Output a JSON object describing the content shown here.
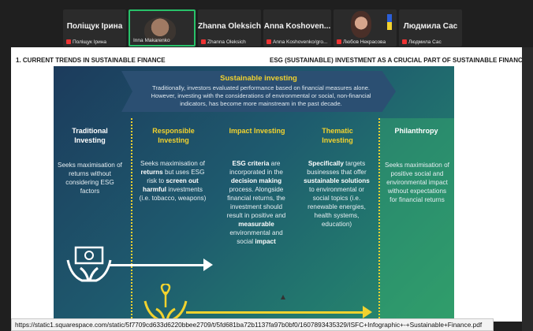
{
  "participants": [
    {
      "name": "Поліщук Ірина",
      "caption": "Поліщук Ірина",
      "muted": true
    },
    {
      "name": "",
      "caption": "Inna Makarenko",
      "muted": false,
      "active": true
    },
    {
      "name": "Zhanna Oleksich",
      "caption": "Zhanna Oleksich",
      "muted": true
    },
    {
      "name": "Anna  Koshoven...",
      "caption": "Anna Koshovenko/gro...",
      "muted": true
    },
    {
      "name": "",
      "caption": "Любов Некрасова",
      "muted": true
    },
    {
      "name": "Людмила Сас",
      "caption": "Людмила Сас",
      "muted": true
    }
  ],
  "slide": {
    "left_heading": "1. CURRENT TRENDS IN SUSTAINABLE FINANCE",
    "right_heading": "ESG (SUSTAINABLE) INVESTMENT AS A CRUCIAL PART OF SUSTAINABLE FINANCE",
    "banner_title": "Sustainable investing",
    "banner_text": "Traditionally, investors evaluated performance based on financial measures alone. However, investing with the considerations of environmental or social, non-financial indicators, has become more mainstream in the past decade.",
    "columns": [
      {
        "title": "Traditional Investing",
        "body": "Seeks maximisation of returns without considering ESG factors",
        "title_color": "#ffffff"
      },
      {
        "title": "Responsible Investing",
        "body": "Seeks maximisation of returns but uses ESG risk to screen out harmful investments (i.e. tobacco, weapons)",
        "title_color": "#f2d22e"
      },
      {
        "title": "Impact Investing",
        "body": "ESG criteria are incorporated in the decision making process. Alongside financial returns, the investment should result in positive and measurable environmental and social impact",
        "title_color": "#f2d22e"
      },
      {
        "title": "Thematic Investing",
        "body": "Specifically targets businesses that offer sustainable solutions to environmental or social topics (i.e. renewable energies, health systems, education)",
        "title_color": "#f2d22e"
      },
      {
        "title": "Philanthropy",
        "body": "Seeks maximisation of positive social and environmental impact without expectations for financial returns",
        "title_color": "#ffffff"
      }
    ]
  },
  "status_url": "https://static1.squarespace.com/static/5f7709cd633d6220bbee2709/t/5fd681ba72b1137fa97b0bf0/1607893435329/ISFC+Infographic+-+Sustainable+Finance.pdf",
  "colors": {
    "accent_yellow": "#f2d22e",
    "active_border": "#28c26a"
  },
  "icons": [
    "mic-muted-icon",
    "money-hands-icon",
    "plant-hands-icon"
  ]
}
